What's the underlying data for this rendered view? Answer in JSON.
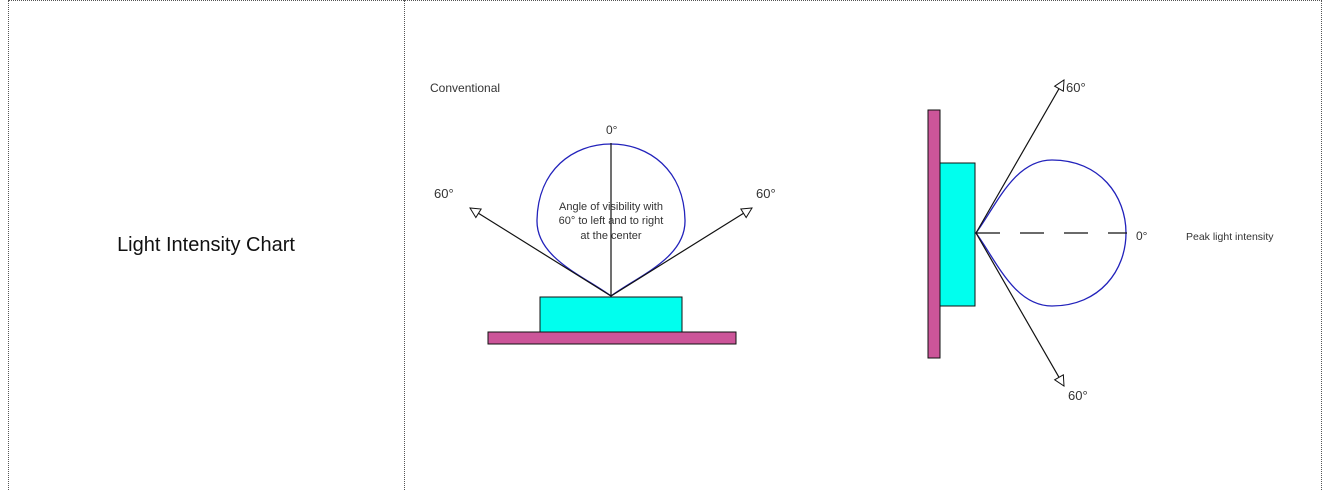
{
  "row": {
    "label": "Light Intensity Chart"
  },
  "diagrams": {
    "conventional": {
      "title": "Conventional",
      "top_angle": "0°",
      "left_angle": "60°",
      "right_angle": "60°",
      "caption_line1": "Angle of visibility with",
      "caption_line2": "60° to left and to right",
      "caption_line3": "at the center"
    },
    "side": {
      "top_angle": "60°",
      "bottom_angle": "60°",
      "peak_angle": "0°",
      "peak_label": "Peak light intensity"
    }
  },
  "colors": {
    "led": "#00ffee",
    "base": "#cc5599",
    "lobe": "#2222bb",
    "line": "#111111"
  }
}
